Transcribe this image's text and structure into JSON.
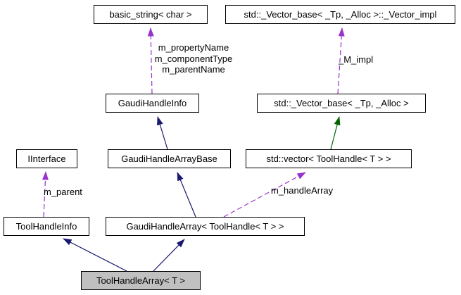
{
  "diagram": {
    "kind": "collaboration-graph",
    "colors": {
      "background": "#ffffff",
      "node_border": "#000000",
      "node_fill": "#ffffff",
      "selected_node_fill": "#c0c0c0",
      "text": "#000000",
      "usage_edge": "#9a32cd",
      "public_inheritance_edge": "#191970",
      "protected_inheritance_edge": "#006400"
    },
    "nodes": [
      {
        "label": "basic_string< char >"
      },
      {
        "label": "std::_Vector_base< _Tp, _Alloc >::_Vector_impl"
      },
      {
        "label": "GaudiHandleInfo"
      },
      {
        "label": "std::_Vector_base< _Tp, _Alloc >"
      },
      {
        "label": "IInterface"
      },
      {
        "label": "GaudiHandleArrayBase"
      },
      {
        "label": "std::vector< ToolHandle< T > >"
      },
      {
        "label": "ToolHandleInfo"
      },
      {
        "label": "GaudiHandleArray< ToolHandle< T > >"
      },
      {
        "label": "ToolHandleArray< T >",
        "selected": true
      }
    ],
    "edges": [
      {
        "from": "GaudiHandleInfo",
        "to": "basic_string< char >",
        "type": "usage",
        "lines": [
          "m_propertyName",
          "m_componentType",
          "m_parentName"
        ]
      },
      {
        "from": "std::_Vector_base< _Tp, _Alloc >",
        "to": "std::_Vector_base< _Tp, _Alloc >::_Vector_impl",
        "type": "usage",
        "lines": [
          "_M_impl"
        ]
      },
      {
        "from": "GaudiHandleArrayBase",
        "to": "GaudiHandleInfo",
        "type": "public-inheritance",
        "lines": []
      },
      {
        "from": "std::vector< ToolHandle< T > >",
        "to": "std::_Vector_base< _Tp, _Alloc >",
        "type": "protected-inheritance",
        "lines": []
      },
      {
        "from": "ToolHandleInfo",
        "to": "IInterface",
        "type": "usage",
        "lines": [
          "m_parent"
        ]
      },
      {
        "from": "GaudiHandleArray< ToolHandle< T > >",
        "to": "GaudiHandleArrayBase",
        "type": "public-inheritance",
        "lines": []
      },
      {
        "from": "GaudiHandleArray< ToolHandle< T > >",
        "to": "std::vector< ToolHandle< T > >",
        "type": "usage",
        "lines": [
          "m_handleArray"
        ]
      },
      {
        "from": "ToolHandleArray< T >",
        "to": "ToolHandleInfo",
        "type": "public-inheritance",
        "lines": []
      },
      {
        "from": "ToolHandleArray< T >",
        "to": "GaudiHandleArray< ToolHandle< T > >",
        "type": "public-inheritance",
        "lines": []
      }
    ]
  }
}
